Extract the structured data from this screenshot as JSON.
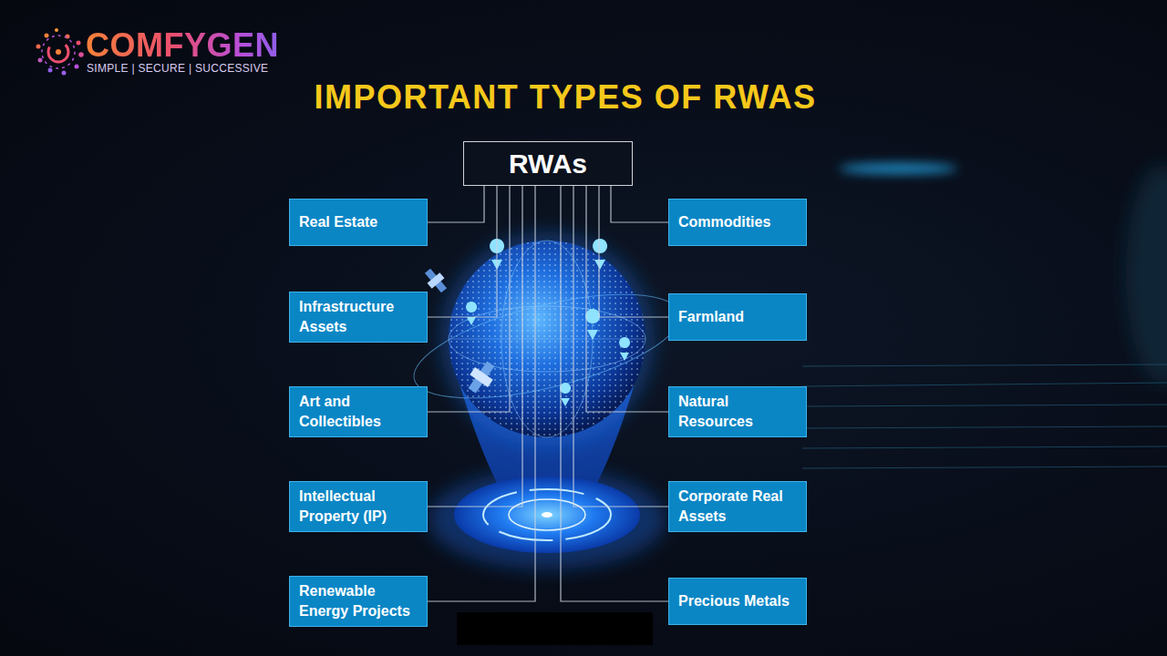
{
  "diagram": {
    "title": "IMPORTANT TYPES OF RWAS",
    "nodes": [
      {
        "text": [
          "RWAs"
        ]
      },
      {
        "text": [
          "Real Estate"
        ]
      },
      {
        "text": [
          "Commodities"
        ]
      },
      {
        "text": [
          "Infrastructure Assets"
        ]
      },
      {
        "text": [
          "Farmland"
        ]
      },
      {
        "text": [
          "Art and Collectibles"
        ]
      },
      {
        "text": [
          "Natural Resources"
        ]
      },
      {
        "text": [
          "Intellectual Property (IP)"
        ]
      },
      {
        "text": [
          "Corporate Real Assets"
        ]
      },
      {
        "text": [
          "Renewable Energy Projects"
        ]
      },
      {
        "text": [
          "Precious Metals"
        ]
      }
    ],
    "edges": [
      {
        "from": 0,
        "to": 1,
        "arrow": "none"
      },
      {
        "from": 0,
        "to": 2,
        "arrow": "none"
      },
      {
        "from": 0,
        "to": 3,
        "arrow": "none"
      },
      {
        "from": 0,
        "to": 4,
        "arrow": "none"
      },
      {
        "from": 0,
        "to": 5,
        "arrow": "none"
      },
      {
        "from": 0,
        "to": 6,
        "arrow": "none"
      },
      {
        "from": 0,
        "to": 7,
        "arrow": "none"
      },
      {
        "from": 0,
        "to": 8,
        "arrow": "none"
      },
      {
        "from": 0,
        "to": 9,
        "arrow": "none"
      },
      {
        "from": 0,
        "to": 10,
        "arrow": "none"
      }
    ],
    "labels": [
      "COMFYGEN",
      "SIMPLE | SECURE | SUCCESSIVE"
    ]
  }
}
